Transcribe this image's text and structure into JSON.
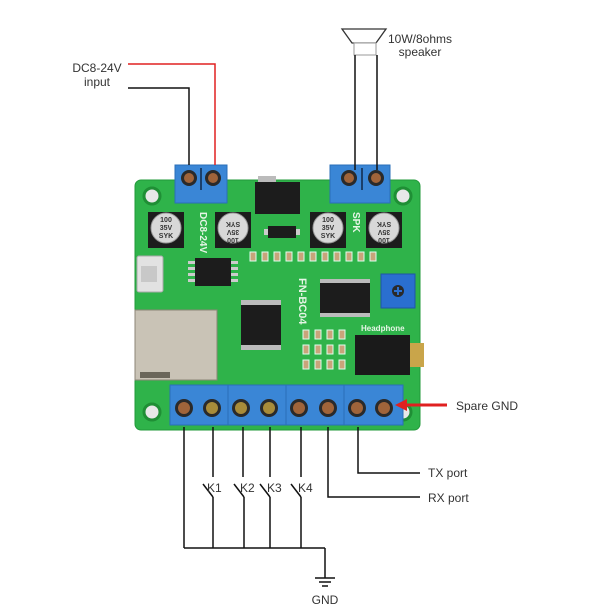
{
  "labels": {
    "power_input": [
      "DC8-24V",
      "input"
    ],
    "speaker": [
      "10W/8ohms",
      "speaker"
    ],
    "spare_gnd": "Spare GND",
    "tx_port": "TX port",
    "rx_port": "RX port",
    "gnd": "GND",
    "switches": [
      "K1",
      "K2",
      "K3",
      "K4"
    ]
  },
  "board": {
    "model": "FN-BC04",
    "silkscreen_power": "DC8-24V",
    "silkscreen_speaker": "SPK",
    "silkscreen_headphone": "Headphone",
    "capacitors": [
      {
        "lines": [
          "100",
          "35V",
          "SYK"
        ]
      },
      {
        "lines": [
          "100",
          "35V",
          "SYK"
        ]
      },
      {
        "lines": [
          "100",
          "35V",
          "SYK"
        ]
      },
      {
        "lines": [
          "100",
          "35V",
          "SYK"
        ]
      }
    ]
  },
  "colors": {
    "pcb": "#2fb34a",
    "terminal": "#3a86d6",
    "positive_wire": "#e02020",
    "wire": "#111111",
    "arrow": "#e02020"
  }
}
